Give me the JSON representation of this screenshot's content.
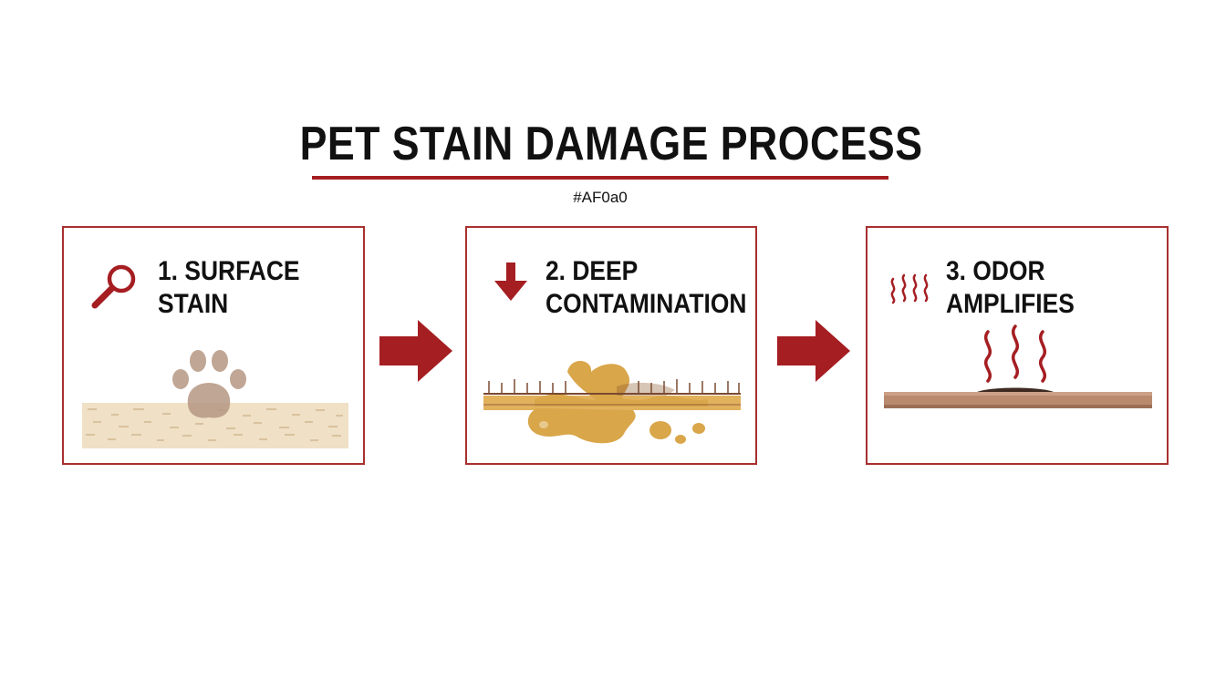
{
  "title": "PET STAIN DAMAGE PROCESS",
  "tag": "#AF0a0",
  "colors": {
    "accent": "#A51E22",
    "frame": "#A8302F",
    "paw": "#B89A86",
    "carpet": "#EFE0C6",
    "liquid": "#D9A64A",
    "wood": "#B98A6E"
  },
  "steps": [
    {
      "line1": "1. SURFACE",
      "line2": "STAIN",
      "icon": "magnifier-icon"
    },
    {
      "line1": "2. DEEP",
      "line2": "CONTAMINATION",
      "icon": "arrow-down-icon"
    },
    {
      "line1": "3. ODOR",
      "line2": "AMPLIFIES",
      "icon": "odor-waves-icon"
    }
  ]
}
